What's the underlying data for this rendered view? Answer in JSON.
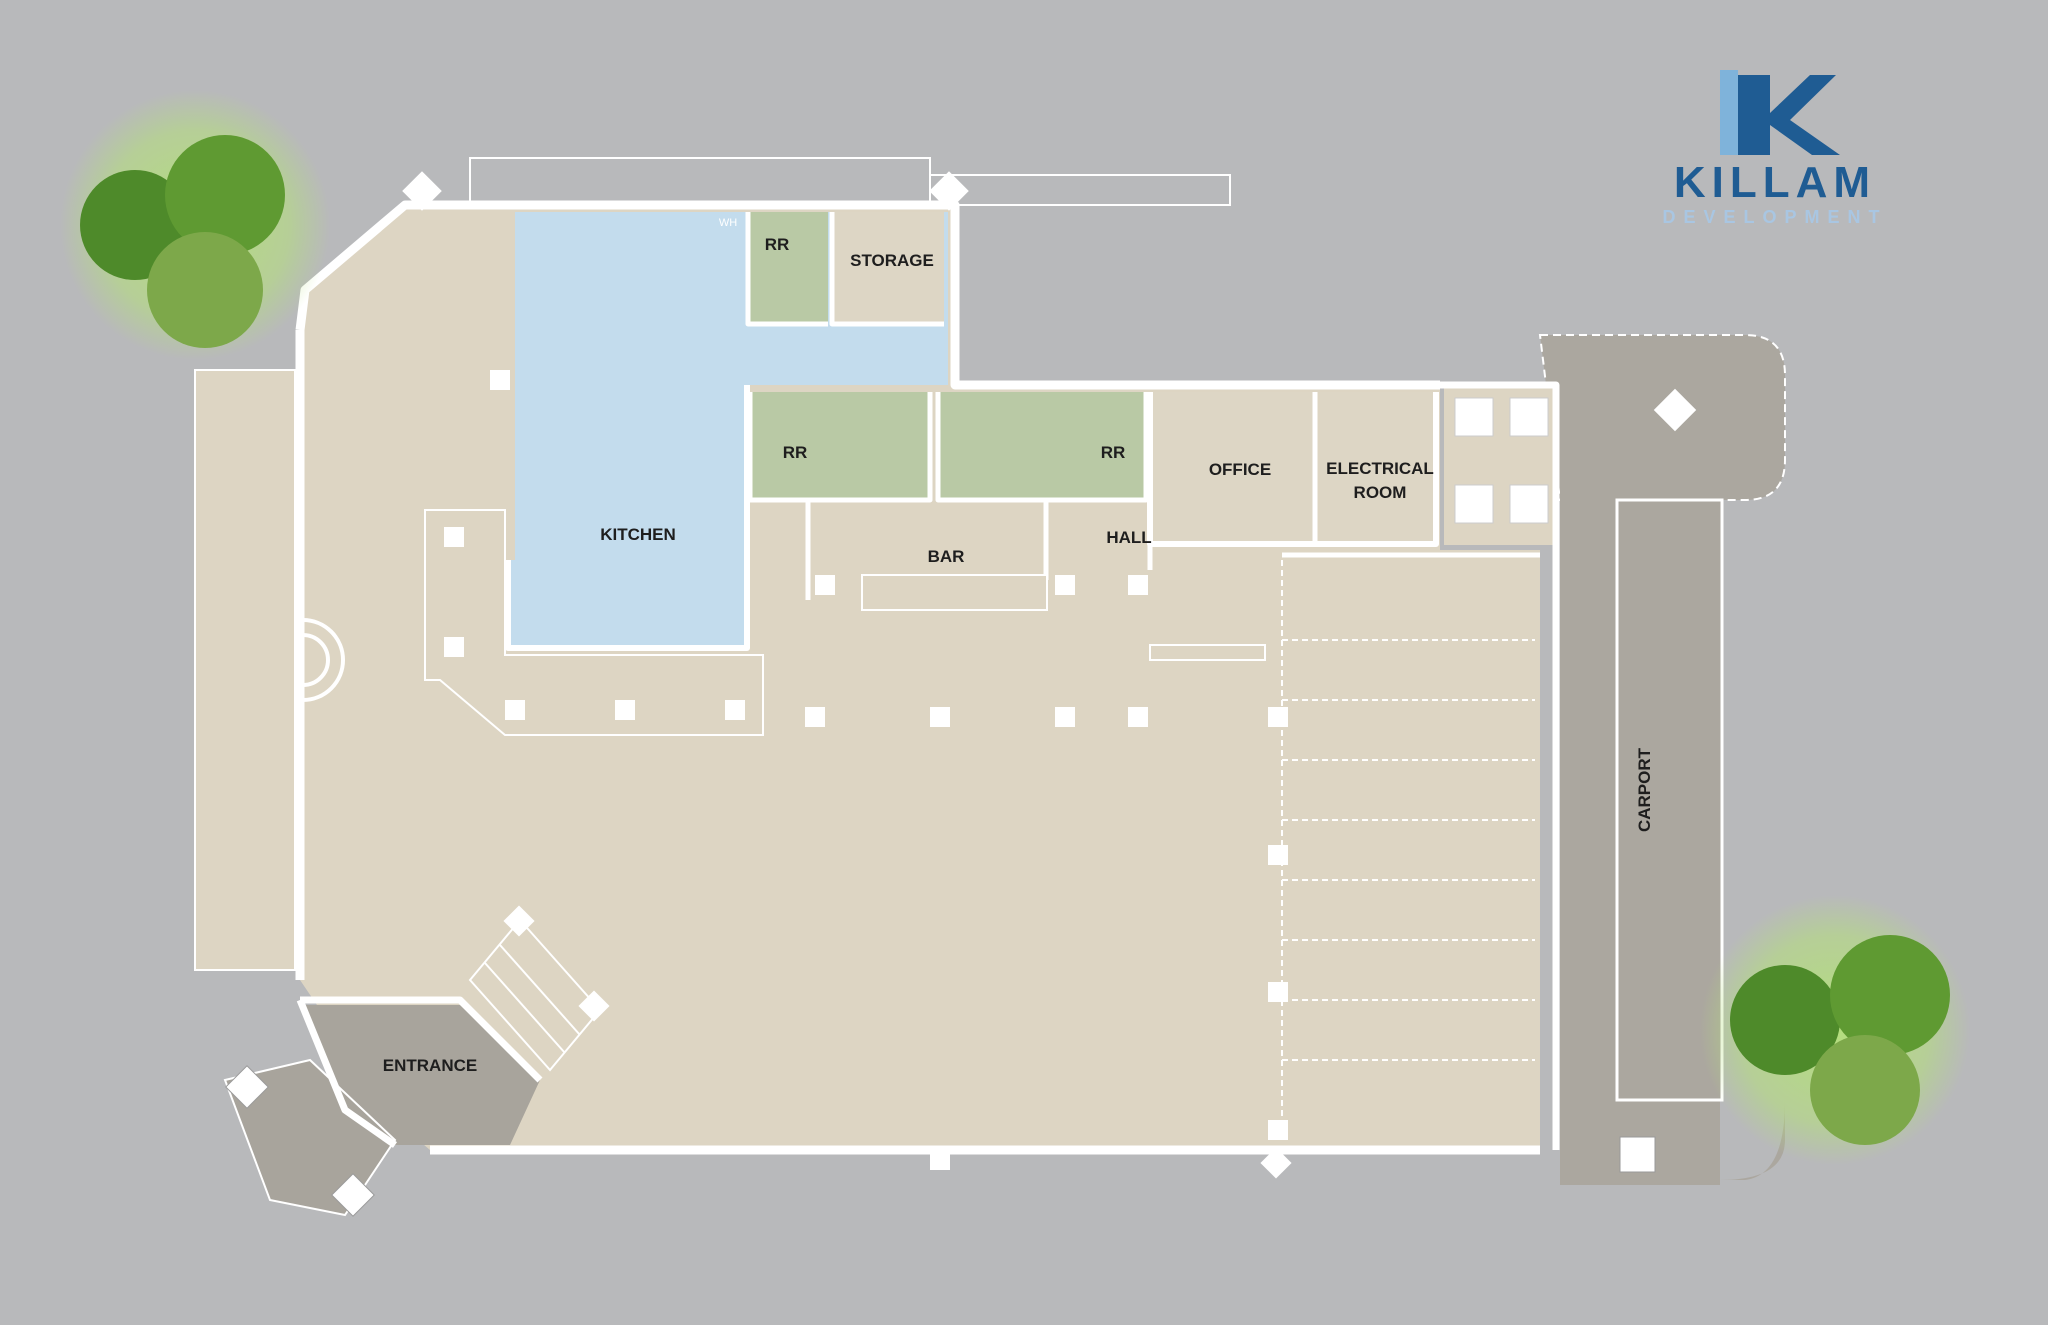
{
  "brand": {
    "name": "KILLAM",
    "subtitle": "DEVELOPMENT",
    "primary_color": "#1f5c93",
    "secondary_color": "#a9c6e2"
  },
  "rooms": {
    "kitchen": "KITCHEN",
    "rr_top": "RR",
    "storage": "STORAGE",
    "rr_left": "RR",
    "rr_right": "RR",
    "office": "OFFICE",
    "electrical_line1": "ELECTRICAL",
    "electrical_line2": "ROOM",
    "bar": "BAR",
    "hall": "HALL",
    "entrance": "ENTRANCE",
    "carport": "CARPORT",
    "water_heater": "WH"
  },
  "colors": {
    "background": "#b8b9bb",
    "floor": "#ddd5c3",
    "kitchen": "#c3dced",
    "restroom": "#b9c9a5",
    "service": "#ddd6c5",
    "entrance": "#a8a49c",
    "carport": "#aba79f",
    "wall": "#ffffff",
    "tree": "#5f9a32"
  }
}
